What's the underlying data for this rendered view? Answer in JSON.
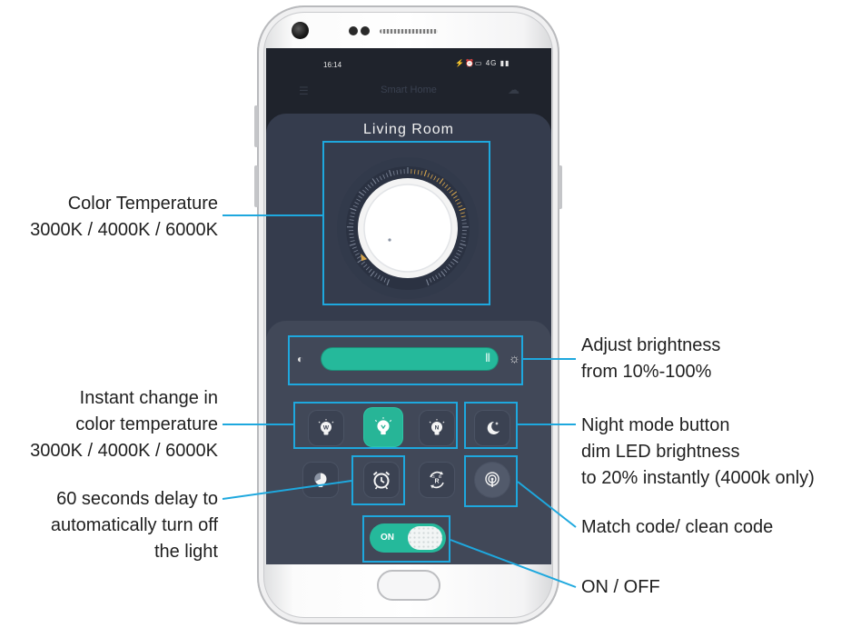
{
  "phone": {
    "status_time": "16:14",
    "status_icons": "⚡⏰▭ 4G ▮▮",
    "app_title": "Smart Home"
  },
  "room": {
    "title": "Living Room"
  },
  "color_temperature": {
    "level_fraction": 0.25
  },
  "brightness": {
    "level_percent": 100,
    "grip_glyph": "|||"
  },
  "toggle": {
    "label": "ON",
    "state": "on"
  },
  "icons": {
    "menu": "menu-icon",
    "cloud": "cloud-icon",
    "brightness_low": "brightness-low-icon",
    "brightness_high": "brightness-high-icon",
    "warm": "bulb-warm-icon",
    "cool": "bulb-cool-icon",
    "natural": "bulb-natural-icon",
    "night": "moon-icon",
    "temperature_cycle": "bulb-cycle-icon",
    "timer": "alarm-clock-icon",
    "rgb": "rgb-cycle-icon",
    "match_code": "pairing-icon"
  },
  "tile_letters": {
    "warm": "W",
    "natural": "N"
  },
  "colors": {
    "accent": "#25b99b",
    "callout_line": "#1ea8de",
    "screen_bg": "#353c4d"
  },
  "callouts": {
    "color_temperature": [
      "Color Temperature",
      "3000K / 4000K / 6000K"
    ],
    "instant_change": [
      "Instant change in",
      "color temperature",
      "3000K / 4000K / 6000K"
    ],
    "delay": [
      "60 seconds delay to",
      "automatically turn off",
      "the light"
    ],
    "adjust_brightness": [
      "Adjust brightness",
      "from 10%-100%"
    ],
    "night_mode": [
      "Night mode button",
      "dim LED brightness",
      "to 20% instantly (4000k only)"
    ],
    "match_code": [
      "Match code/ clean code"
    ],
    "on_off": [
      "ON / OFF"
    ]
  }
}
